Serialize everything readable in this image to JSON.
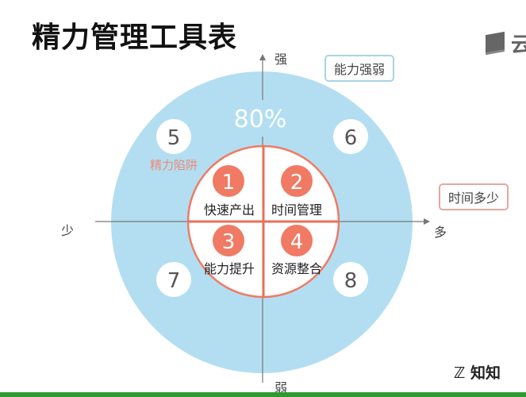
{
  "title": "精力管理工具表",
  "brand": {
    "icon": "book-icon",
    "text": "云"
  },
  "watermark": "知知",
  "colors": {
    "outer": "#b3def1",
    "accent": "#f07a64",
    "axis": "#777777"
  },
  "axes": {
    "top": "强",
    "bottom": "弱",
    "left": "少",
    "right": "多"
  },
  "tags": {
    "vertical": "能力强弱",
    "horizontal": "时间多少"
  },
  "percent": "80%",
  "trap_label": "精力陷阱",
  "quadrants": [
    {
      "num": "1",
      "label": "快速产出"
    },
    {
      "num": "2",
      "label": "时间管理"
    },
    {
      "num": "3",
      "label": "能力提升"
    },
    {
      "num": "4",
      "label": "资源整合"
    }
  ],
  "outer_numbers": [
    "5",
    "6",
    "7",
    "8"
  ]
}
